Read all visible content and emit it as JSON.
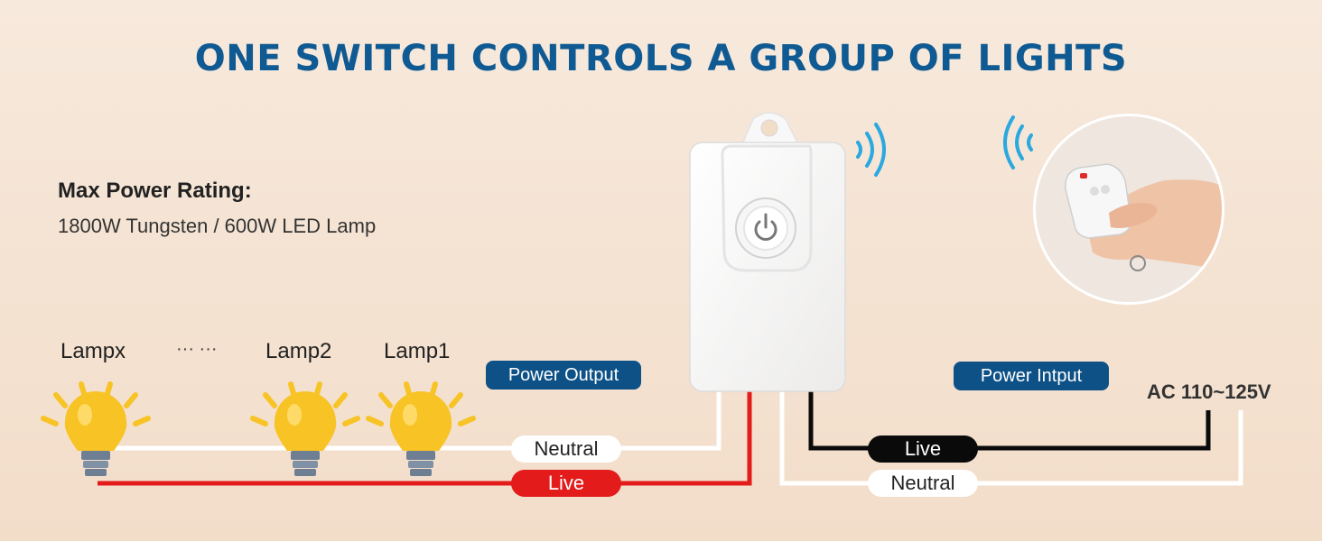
{
  "title": "ONE SWITCH CONTROLS A GROUP OF LIGHTS",
  "rating": {
    "heading": "Max Power Rating:",
    "detail": "1800W Tungsten / 600W LED Lamp"
  },
  "lamps": {
    "lampx": "Lampx",
    "ellipsis": "··· ···",
    "lamp2": "Lamp2",
    "lamp1": "Lamp1"
  },
  "tags": {
    "output": "Power Output",
    "input": "Power Intput",
    "ac": "AC 110~125V"
  },
  "wires": {
    "out_neutral": "Neutral",
    "out_live": "Live",
    "in_live": "Live",
    "in_neutral": "Neutral"
  },
  "colors": {
    "title": "#0f5a93",
    "tag_bg": "#0d5187",
    "live_red": "#e31b1b",
    "live_black": "#0a0a0a",
    "neutral": "#ffffff",
    "bulb": "#f7c325",
    "signal": "#2aa8e0"
  }
}
